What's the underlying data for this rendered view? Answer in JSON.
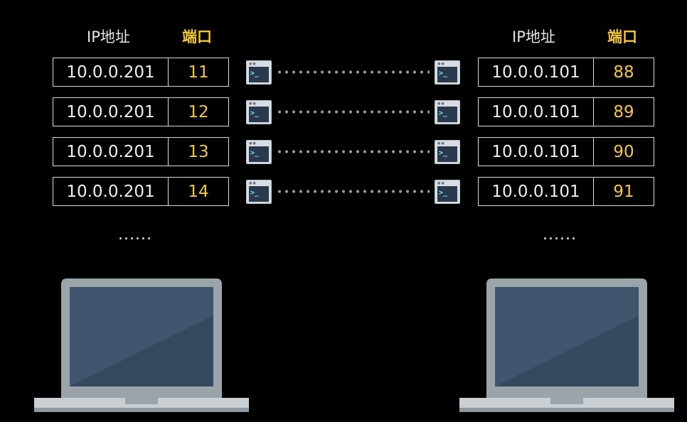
{
  "left": {
    "header": {
      "ip": "IP地址",
      "port": "端口"
    },
    "rows": [
      {
        "ip": "10.0.0.201",
        "port": "11"
      },
      {
        "ip": "10.0.0.201",
        "port": "12"
      },
      {
        "ip": "10.0.0.201",
        "port": "13"
      },
      {
        "ip": "10.0.0.201",
        "port": "14"
      }
    ],
    "more": "......"
  },
  "right": {
    "header": {
      "ip": "IP地址",
      "port": "端口"
    },
    "rows": [
      {
        "ip": "10.0.0.101",
        "port": "88"
      },
      {
        "ip": "10.0.0.101",
        "port": "89"
      },
      {
        "ip": "10.0.0.101",
        "port": "90"
      },
      {
        "ip": "10.0.0.101",
        "port": "91"
      }
    ],
    "more": "......"
  },
  "terminal_prompt": ">_",
  "colors": {
    "background": "#000000",
    "port_accent": "#f3c73b",
    "ip_text": "#efefef",
    "laptop_body": "#9aa4aa",
    "laptop_screen": "#3e556d"
  },
  "icons": [
    "terminal-icon",
    "laptop-icon"
  ]
}
